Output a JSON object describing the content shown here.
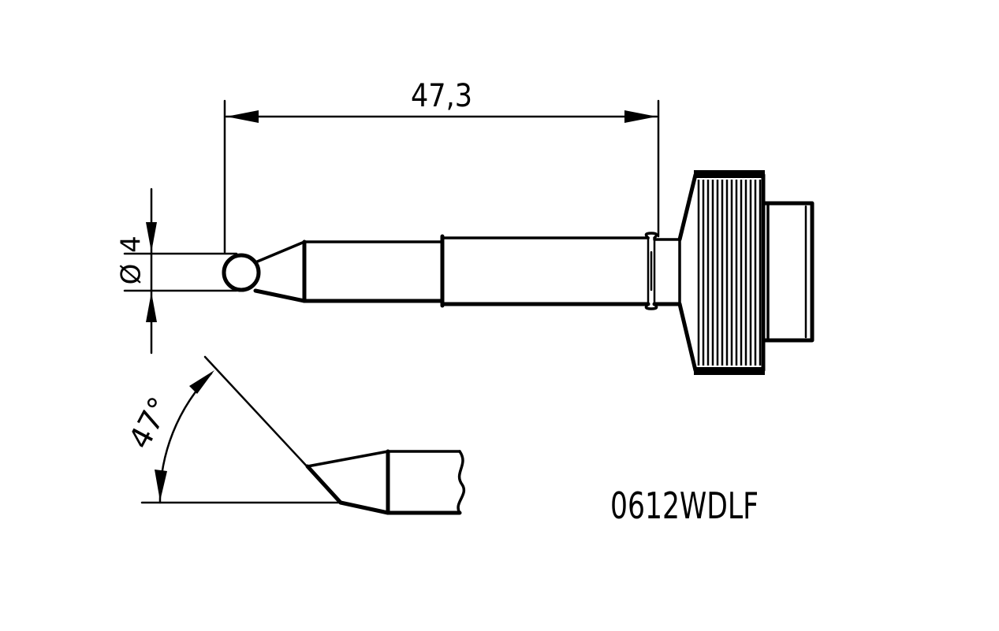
{
  "drawing": {
    "length_dimension": "47,3",
    "tip_diameter_symbol": "Ø",
    "tip_diameter_value": "4",
    "bend_angle": "47°",
    "part_number": "0612WDLF"
  }
}
